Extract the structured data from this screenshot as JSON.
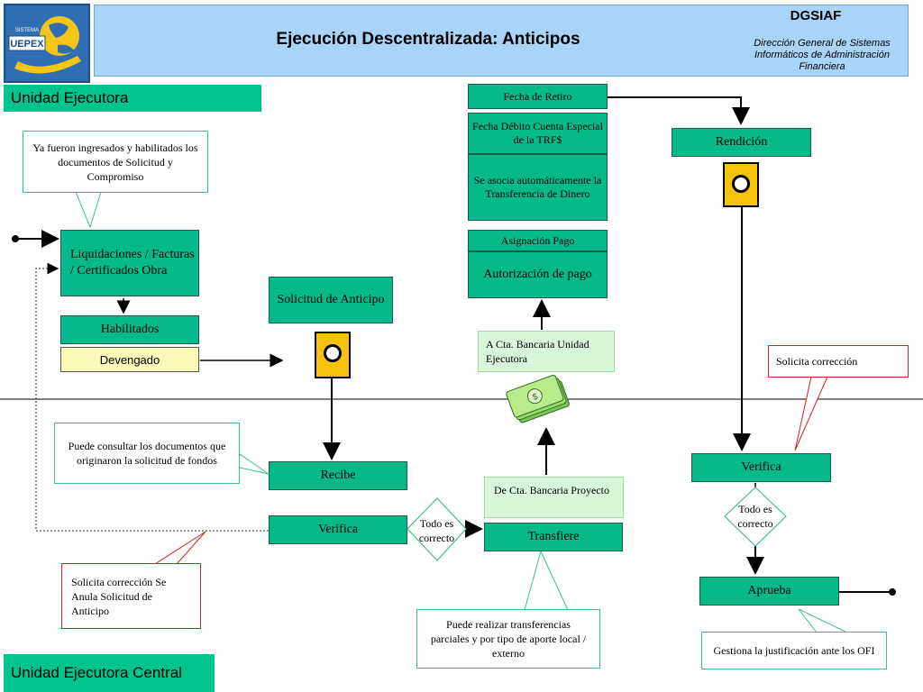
{
  "header": {
    "title": "Ejecución Descentralizada:  Anticipos",
    "org": "DGSIAF",
    "org_full": "Dirección General de Sistemas Informáticos de Administración Financiera",
    "logo_text": "UEPEX",
    "logo_subtext": "SISTEMA"
  },
  "lanes": {
    "top": "Unidad Ejecutora",
    "bottom": "Unidad Ejecutora Central"
  },
  "boxes": {
    "liquidaciones": "Liquidaciones / Facturas / Certificados Obra",
    "habilitados": "Habilitados",
    "devengado": "Devengado",
    "solicitud": "Solicitud de Anticipo",
    "recibe": "Recibe",
    "verifica_central": "Verifica",
    "transfiere": "Transfiere",
    "fecha_retiro": "Fecha de Retiro",
    "fecha_debito": "Fecha Débito Cuenta Especial de la TRF$",
    "asocia": "Se asocia automáticamente la Transferencia de Dinero",
    "asignacion_pago": "Asignación Pago",
    "autorizacion_pago": "Autorización de pago",
    "rendicion": "Rendición",
    "verifica_right": "Verifica",
    "aprueba": "Aprueba"
  },
  "diamonds": {
    "todo_es_correcto_1": "Todo es correcto",
    "todo_es_correcto_2": "Todo es correcto"
  },
  "accounts": {
    "cta_unidad": "A Cta. Bancaria Unidad Ejecutora",
    "cta_proyecto": "De Cta. Bancaria Proyecto"
  },
  "notes": {
    "ya_fueron": "Ya fueron ingresados y habilitados los documentos de Solicitud y Compromiso",
    "puede_consultar": "Puede consultar los documentos que originaron la solicitud de fondos",
    "solicita_correccion_anula": "Solicita corrección Se Anula Solicitud de Anticipo",
    "puede_realizar": "Puede  realizar transferencias parciales y por tipo de aporte local / externo",
    "solicita_correccion": "Solicita corrección",
    "gestiona": "Gestiona la justificación ante los OFI"
  },
  "icons": [
    "hourglass-icon",
    "money-icon",
    "globe-hand-icon"
  ],
  "colors": {
    "box_green": "#06b98a",
    "header_blue": "#a9d4f8",
    "lane_green": "#00c38e",
    "devengado_yellow": "#fcf8b8",
    "callout_red": "#d32020"
  }
}
